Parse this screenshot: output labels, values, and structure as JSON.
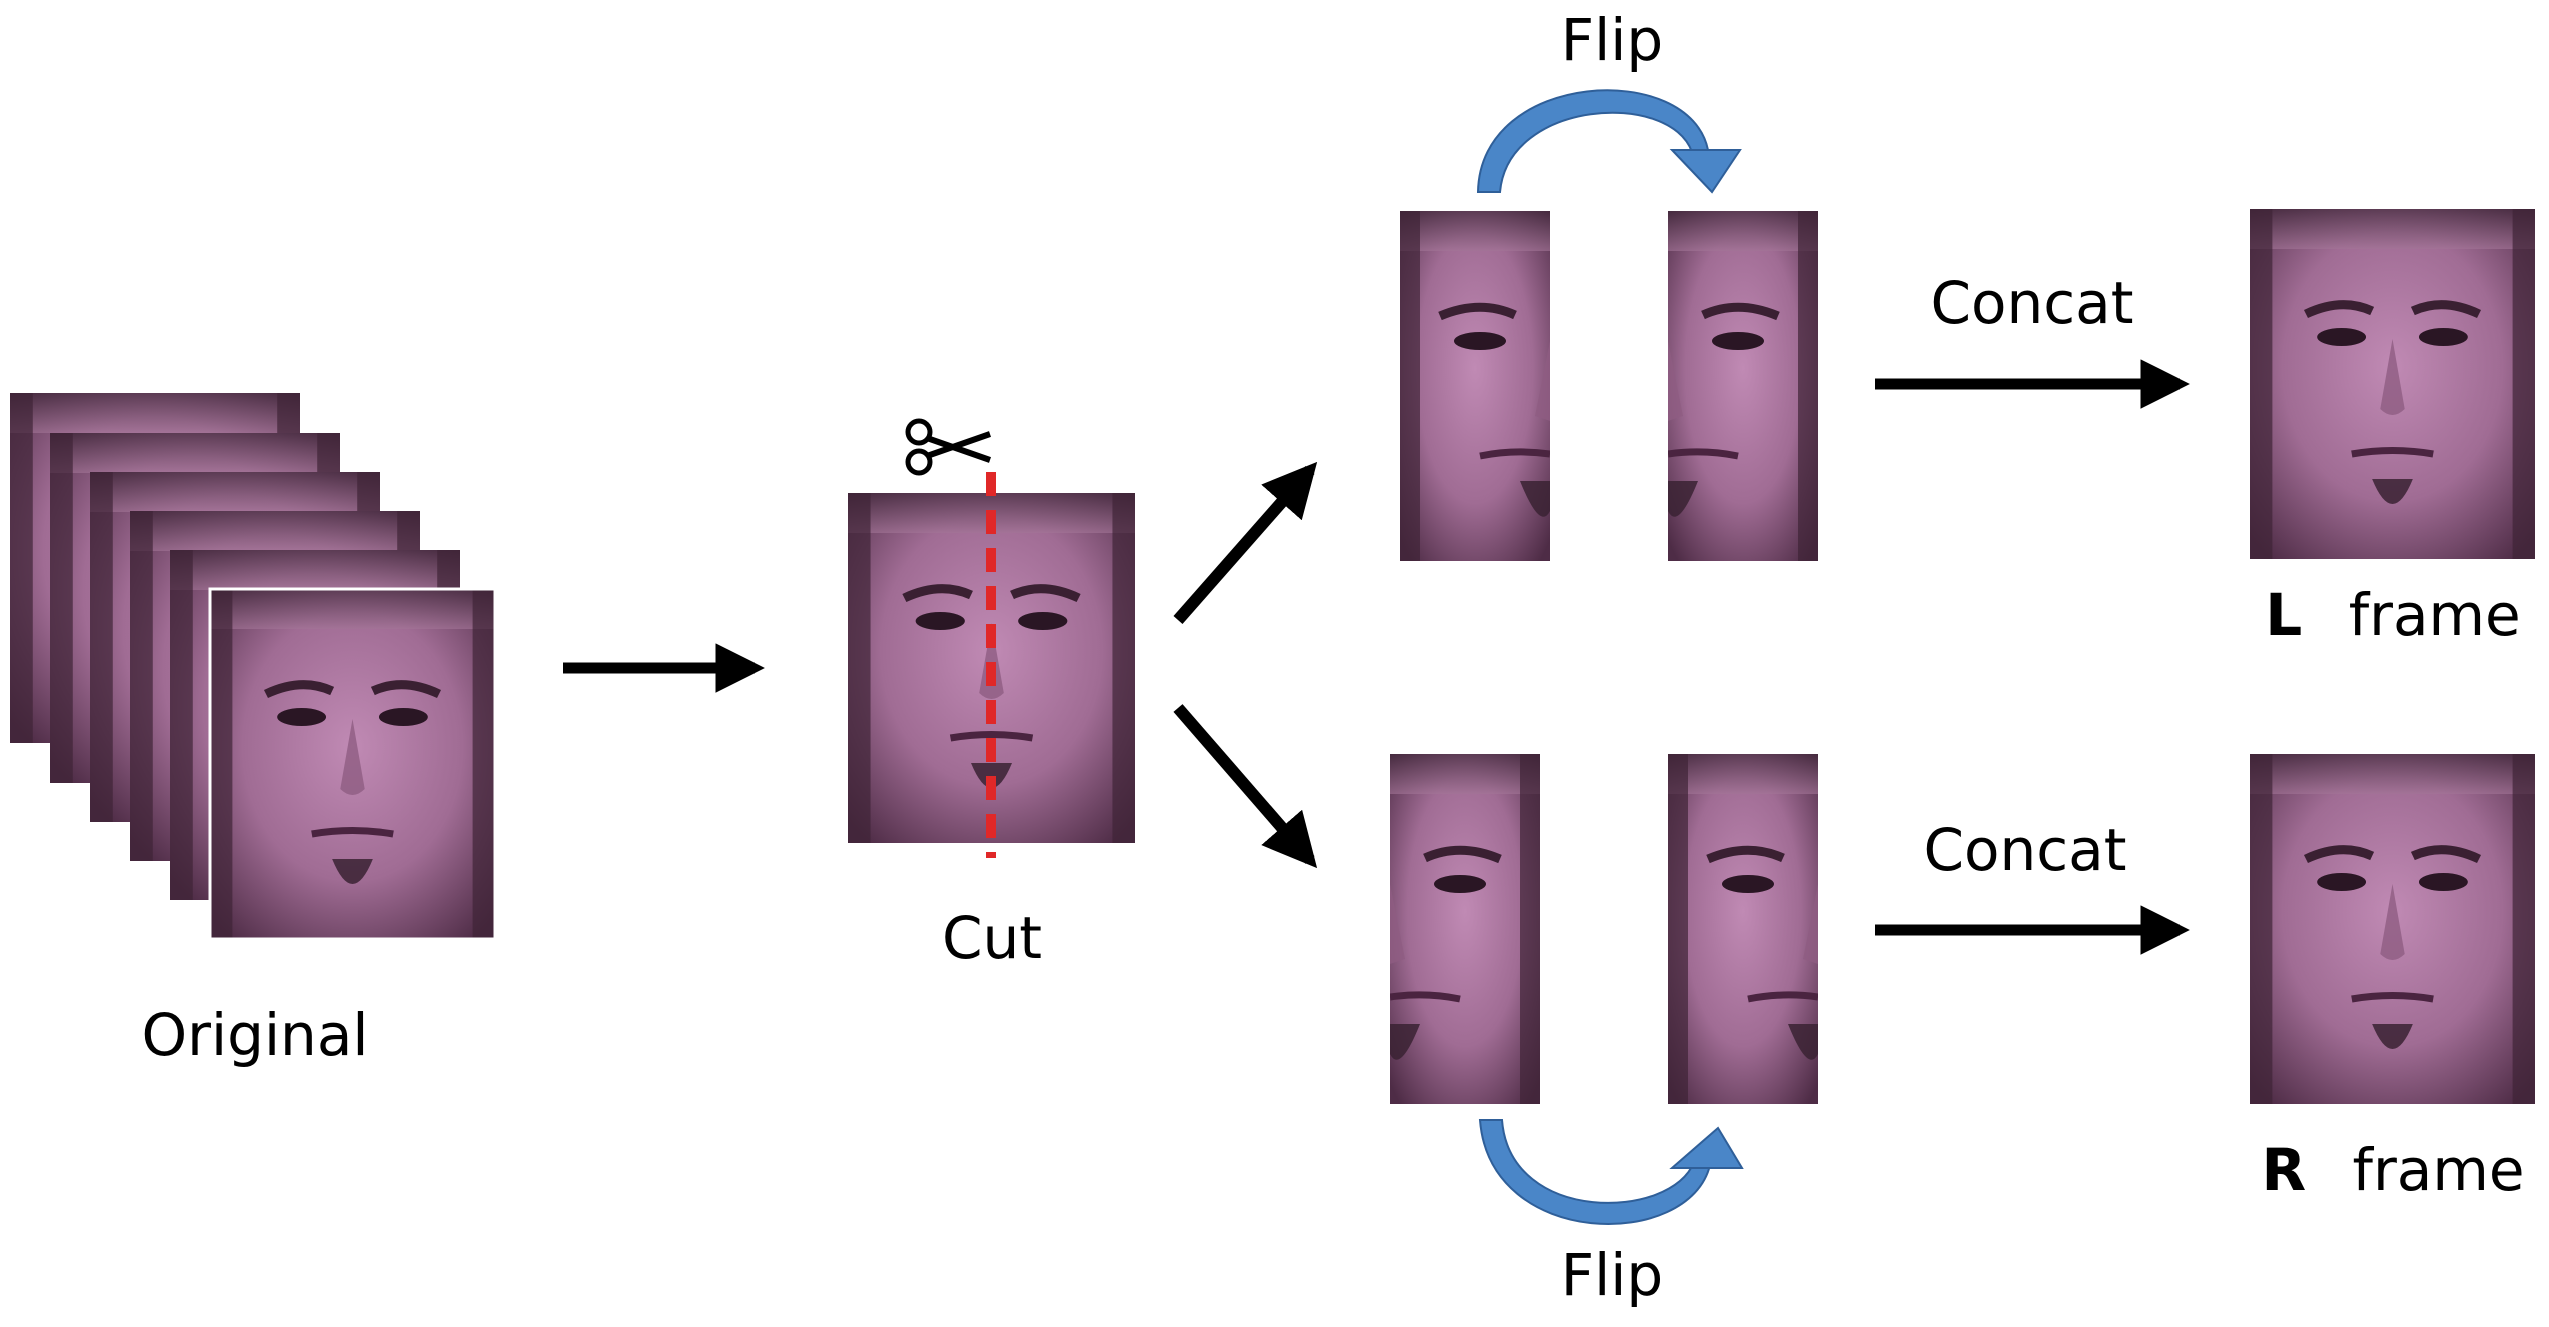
{
  "labels": {
    "original": "Original",
    "cut": "Cut",
    "flip_top": "Flip",
    "flip_bottom": "Flip",
    "concat_top": "Concat",
    "concat_bottom": "Concat",
    "l_letter": "L",
    "l_frame": "frame",
    "r_letter": "R",
    "r_frame": "frame"
  },
  "colors": {
    "arrow": "#000000",
    "flip_arrow": "#4a86c8",
    "cut_line": "#e02828",
    "face_skin": "#b07aa2",
    "face_shadow": "#5a3550"
  },
  "icons": {
    "scissors": "scissors-icon"
  }
}
